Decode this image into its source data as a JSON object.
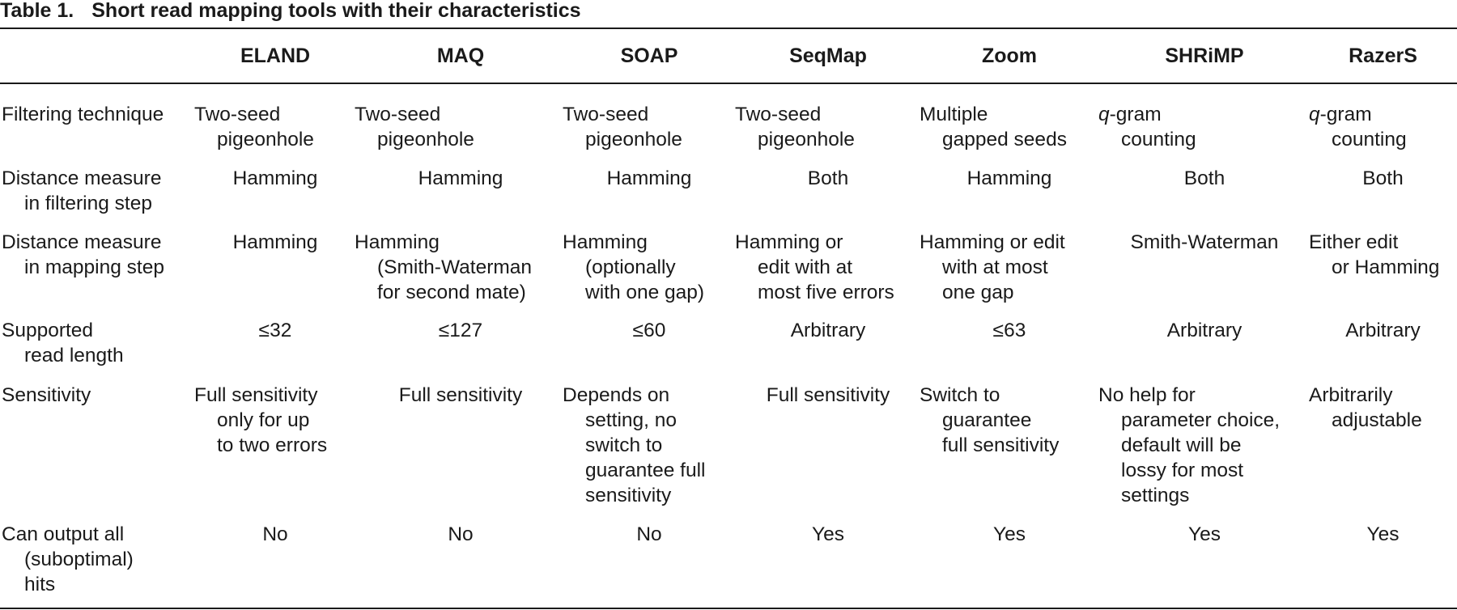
{
  "caption": {
    "label": "Table 1.",
    "title": "Short read mapping tools with their characteristics"
  },
  "columns": [
    "ELAND",
    "MAQ",
    "SOAP",
    "SeqMap",
    "Zoom",
    "SHRiMP",
    "RazerS"
  ],
  "rows": {
    "filtering": {
      "label": [
        "Filtering technique"
      ],
      "cells": [
        [
          "Two-seed",
          "pigeonhole"
        ],
        [
          "Two-seed",
          "pigeonhole"
        ],
        [
          "Two-seed",
          "pigeonhole"
        ],
        [
          "Two-seed",
          "pigeonhole"
        ],
        [
          "Multiple",
          "gapped seeds"
        ],
        [
          "-gram",
          "counting"
        ],
        [
          "-gram",
          "counting"
        ]
      ],
      "q": "q"
    },
    "dist_filter": {
      "label": [
        "Distance measure",
        "in filtering step"
      ],
      "cells": [
        "Hamming",
        "Hamming",
        "Hamming",
        "Both",
        "Hamming",
        "Both",
        "Both"
      ]
    },
    "dist_map": {
      "label": [
        "Distance measure",
        "in mapping step"
      ],
      "cells": [
        [
          "Hamming"
        ],
        [
          "Hamming",
          "(Smith-Waterman",
          "for second mate)"
        ],
        [
          "Hamming",
          "(optionally",
          "with one gap)"
        ],
        [
          "Hamming or",
          "edit with at",
          "most five errors"
        ],
        [
          "Hamming or edit",
          "with at most",
          "one gap"
        ],
        [
          "Smith-Waterman"
        ],
        [
          "Either edit",
          "or Hamming"
        ]
      ]
    },
    "read_len": {
      "label": [
        "Supported",
        "read length"
      ],
      "cells": [
        "≤32",
        "≤127",
        "≤60",
        "Arbitrary",
        "≤63",
        "Arbitrary",
        "Arbitrary"
      ]
    },
    "sensitivity": {
      "label": [
        "Sensitivity"
      ],
      "cells": [
        [
          "Full sensitivity",
          "only for up",
          "to two errors"
        ],
        [
          "Full sensitivity"
        ],
        [
          "Depends on",
          "setting, no",
          "switch to",
          "guarantee full",
          "sensitivity"
        ],
        [
          "Full sensitivity"
        ],
        [
          "Switch to",
          "guarantee",
          "full sensitivity"
        ],
        [
          "No help for",
          "parameter choice,",
          "default will be",
          "lossy for most",
          "settings"
        ],
        [
          "Arbitrarily",
          "adjustable"
        ]
      ]
    },
    "output": {
      "label": [
        "Can output all",
        "(suboptimal)",
        "hits"
      ],
      "cells": [
        "No",
        "No",
        "No",
        "Yes",
        "Yes",
        "Yes",
        "Yes"
      ]
    }
  }
}
